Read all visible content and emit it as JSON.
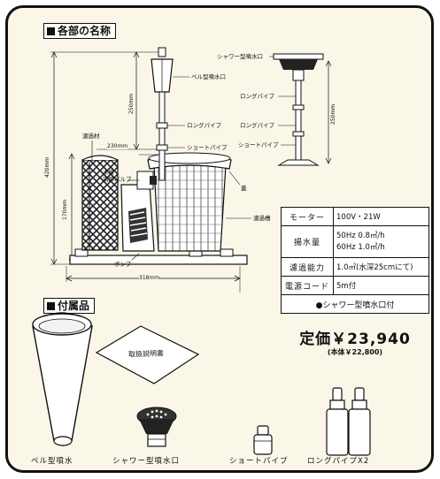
{
  "sections": {
    "parts_title": "各部の名称",
    "accessories_title": "付属品"
  },
  "parts_labels": {
    "shower_nozzle": "シャワー型噴水口",
    "long_pipe_a": "ロングパイプ",
    "long_pipe_b": "ロングパイプ",
    "short_pipe_right": "ショートパイプ",
    "bell_nozzle": "ベル型噴水口",
    "long_pipe_main": "ロングパイプ",
    "short_pipe_main": "ショートパイプ",
    "filter_material": "濾過材",
    "flow_valve": "水量\n調節バルブ",
    "lid": "蓋",
    "filter_tank": "濾過槽",
    "pump": "ポンプ"
  },
  "dimensions": {
    "d250_left": "250mm",
    "d250_right": "250mm",
    "d230": "230mm",
    "d420": "420mm",
    "d170": "170mm",
    "d318": "318mm"
  },
  "spec_table": [
    {
      "key": "モーター",
      "value": "100V・21W"
    },
    {
      "key": "揚水量",
      "value": "50Hz 0.8㎥/h\n60Hz 1.0㎥/h"
    },
    {
      "key": "濾過能力",
      "value": "1.0㎥(水深25cmにて)"
    },
    {
      "key": "電源コード",
      "value": "5m付"
    },
    {
      "key": "",
      "value": "●シャワー型噴水口付"
    }
  ],
  "price": {
    "main": "定価￥23,940",
    "sub": "(本体￥22,800)"
  },
  "manual_label": "取扱説明書",
  "accessories": {
    "bell": "ベル型噴水",
    "shower": "シャワー型噴水口",
    "short": "ショートパイプ",
    "long": "ロングパイプX2"
  }
}
